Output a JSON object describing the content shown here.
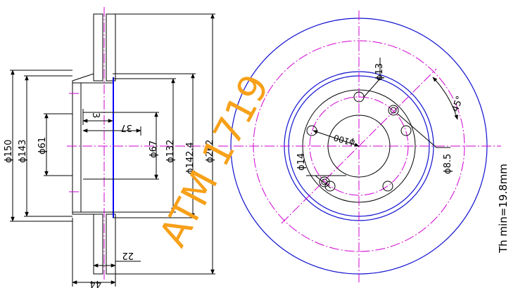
{
  "drawing": {
    "watermark": "ATM 1719",
    "thickness_note": "Th min=19.8mm",
    "side_view": {
      "dim_150": "ϕ150",
      "dim_143": "ϕ143",
      "dim_61": "ϕ61",
      "dim_3": "3",
      "dim_37": "37",
      "dim_67": "ϕ67",
      "dim_132": "ϕ132",
      "dim_142_4": "ϕ142.4",
      "dim_262": "ϕ262",
      "dim_22": "22",
      "dim_44": "44"
    },
    "front_view": {
      "dim_13": "ϕ13",
      "dim_100": "ϕ100",
      "dim_14": "ϕ14",
      "dim_8_5": "ϕ8.5",
      "angle_45": "45°"
    }
  },
  "colors": {
    "outline": "#000000",
    "disc_edge": "#1010d0",
    "centerline": "#d000d0",
    "hatch": "#00a000",
    "watermark": "#f7a019"
  }
}
